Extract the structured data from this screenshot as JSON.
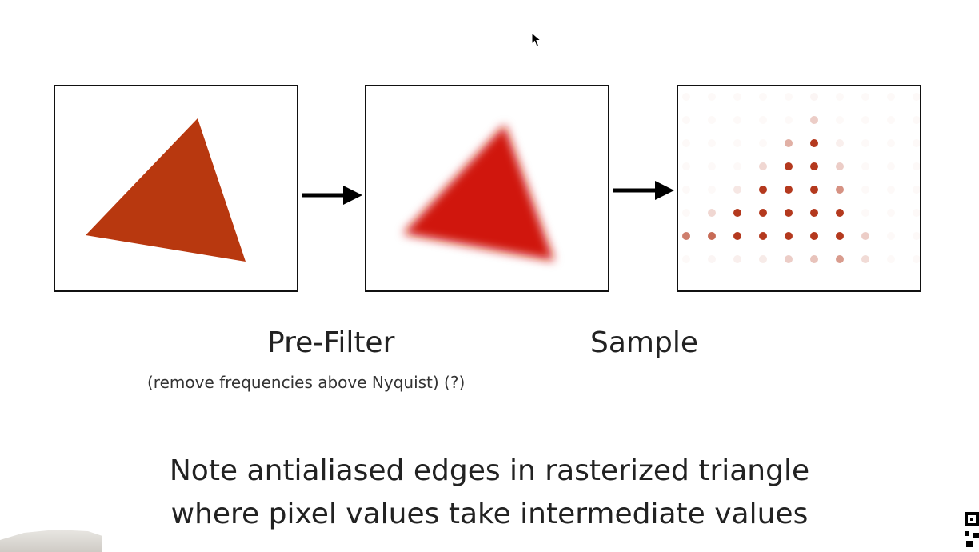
{
  "labels": {
    "prefilter": "Pre-Filter",
    "prefilter_note": "(remove frequencies above Nyquist) (?)",
    "sample": "Sample"
  },
  "note": {
    "line1": "Note antialiased edges in rasterized triangle",
    "line2": "where pixel values take intermediate values"
  },
  "colors": {
    "triangle": "#b8380f",
    "blurred": "#d0140c",
    "sample_dot": "#b4391e",
    "frame": "#111111",
    "arrow": "#000000"
  },
  "sample_grid": {
    "columns": 10,
    "rows": 8,
    "intensity": [
      [
        0.03,
        0.03,
        0.03,
        0.03,
        0.03,
        0.05,
        0.03,
        0.03,
        0.03,
        0.03
      ],
      [
        0.03,
        0.03,
        0.03,
        0.03,
        0.03,
        0.25,
        0.03,
        0.03,
        0.03,
        0.03
      ],
      [
        0.03,
        0.03,
        0.03,
        0.03,
        0.4,
        1.0,
        0.08,
        0.03,
        0.03,
        0.03
      ],
      [
        0.03,
        0.03,
        0.03,
        0.2,
        1.0,
        1.0,
        0.25,
        0.03,
        0.03,
        0.03
      ],
      [
        0.03,
        0.03,
        0.12,
        1.0,
        1.0,
        1.0,
        0.55,
        0.03,
        0.03,
        0.03
      ],
      [
        0.03,
        0.2,
        1.0,
        1.0,
        1.0,
        1.0,
        1.0,
        0.03,
        0.03,
        0.03
      ],
      [
        0.65,
        0.75,
        1.0,
        1.0,
        1.0,
        1.0,
        1.0,
        0.25,
        0.03,
        0.03
      ],
      [
        0.03,
        0.05,
        0.08,
        0.1,
        0.25,
        0.3,
        0.5,
        0.18,
        0.03,
        0.03
      ]
    ]
  }
}
